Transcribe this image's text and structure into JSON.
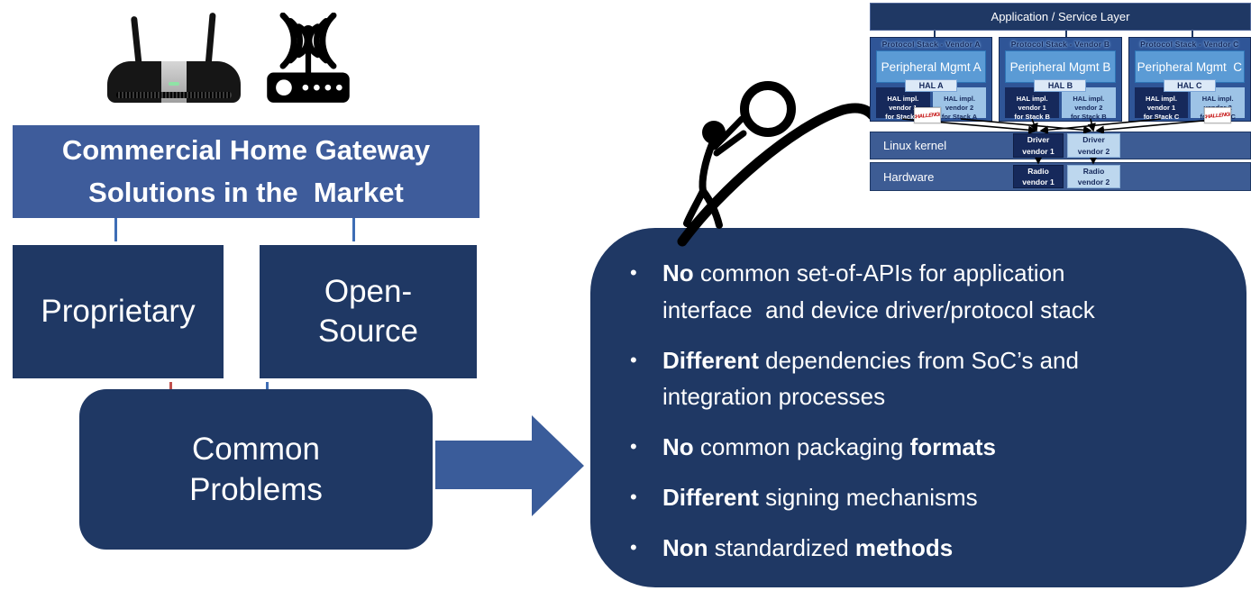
{
  "page": {
    "background": "#FFFFFF"
  },
  "colors": {
    "navy": "#1F3864",
    "medium_blue": "#3E5C9B",
    "steel_blue": "#2F5597",
    "sky_blue": "#5B9BD5",
    "light_blue": "#9DC3E6",
    "pale_blue": "#DCE9F7",
    "paler_blue": "#BDD7EE",
    "row_blue": "#3D5C94",
    "impl_dark": "#16295B",
    "arrow_blue": "#3A5C9A",
    "connector_blue": "#3E6DB5",
    "connector_red": "#C0504D",
    "stamp_red": "#C00000",
    "text_white": "#FFFFFF",
    "page_bg": "#FFFFFF"
  },
  "icons": {
    "router_photo": "home-router-photo",
    "wifi_router": "wifi-router-icon",
    "sisyphus": "sisyphus-pushing-ball-icon",
    "flow_arrow": "right-block-arrow",
    "bullet": "bullet-dot-icon",
    "challenge_stamp": "challenge-stamp"
  },
  "title_box": {
    "line1": "Commercial Home Gateway",
    "line2": "Solutions in the  Market"
  },
  "solution_boxes": {
    "proprietary": "Proprietary",
    "open_source_line1": "Open-",
    "open_source_line2": "Source"
  },
  "common_problems": {
    "line1": "Common",
    "line2": "Problems"
  },
  "problems": {
    "bullets": [
      {
        "segments": [
          {
            "text": "No",
            "bold": true
          },
          {
            "text": " common set-of-APIs for application\ninterface  and device driver/protocol stack",
            "bold": false
          }
        ]
      },
      {
        "segments": [
          {
            "text": "Different",
            "bold": true
          },
          {
            "text": " dependencies from SoC’s and\nintegration processes",
            "bold": false
          }
        ]
      },
      {
        "segments": [
          {
            "text": "No",
            "bold": true
          },
          {
            "text": " common packaging ",
            "bold": false
          },
          {
            "text": "formats",
            "bold": true
          }
        ]
      },
      {
        "segments": [
          {
            "text": "Different",
            "bold": true
          },
          {
            "text": " signing mechanisms",
            "bold": false
          }
        ]
      },
      {
        "segments": [
          {
            "text": "Non",
            "bold": true
          },
          {
            "text": " standardized ",
            "bold": false
          },
          {
            "text": "methods",
            "bold": true
          }
        ]
      }
    ]
  },
  "architecture": {
    "app_layer": "Application / Service Layer",
    "challenge_label": "CHALLENGE",
    "stacks": [
      {
        "title": "Protocol Stack - Vendor A",
        "peripheral": "Peripheral Mgmt A",
        "hal": "HAL A",
        "impl1": [
          "HAL impl.",
          "vendor 1",
          "for Stack A"
        ],
        "impl2": [
          "HAL impl.",
          "vendor 2",
          "for Stack A"
        ]
      },
      {
        "title": "Protocol Stack - Vendor B",
        "peripheral": "Peripheral Mgmt B",
        "hal": "HAL B",
        "impl1": [
          "HAL impl.",
          "vendor 1",
          "for Stack B"
        ],
        "impl2": [
          "HAL impl.",
          "vendor 2",
          "for Stack B"
        ]
      },
      {
        "title": "Protocol Stack - Vendor C",
        "peripheral": "Peripheral Mgmt  C",
        "hal": "HAL C",
        "impl1": [
          "HAL impl.",
          "vendor 1",
          "for Stack C"
        ],
        "impl2": [
          "HAL impl.",
          "vendor 2",
          "for Stack C"
        ]
      }
    ],
    "kernel_row": {
      "label": "Linux kernel",
      "dark_box": [
        "Driver",
        "vendor 1"
      ],
      "light_box": [
        "Driver",
        "vendor 2"
      ]
    },
    "hardware_row": {
      "label": "Hardware",
      "dark_box": [
        "Radio",
        "vendor 1"
      ],
      "light_box": [
        "Radio",
        "vendor 2"
      ]
    }
  }
}
